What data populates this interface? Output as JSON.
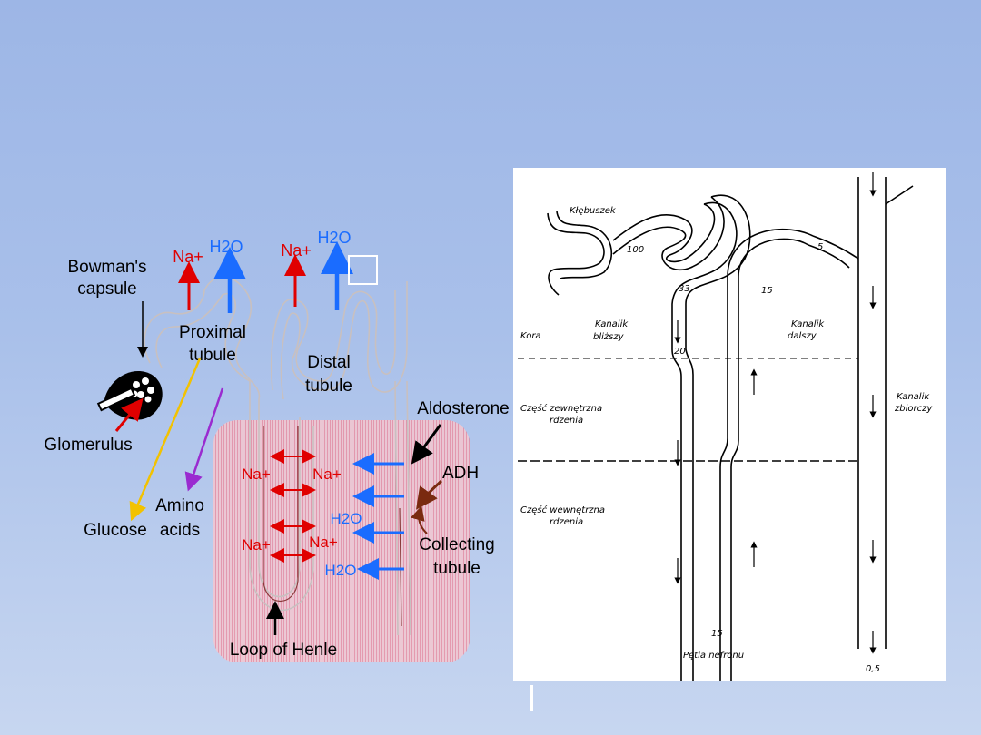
{
  "left": {
    "bowmans_line1": "Bowman's",
    "bowmans_line2": "capsule",
    "glomerulus": "Glomerulus",
    "proximal_line1": "Proximal",
    "proximal_line2": "tubule",
    "distal_line1": "Distal",
    "distal_line2": "tubule",
    "aldosterone": "Aldosterone",
    "adh": "ADH",
    "collecting_line1": "Collecting",
    "collecting_line2": "tubule",
    "glucose": "Glucose",
    "amino_line1": "Amino",
    "amino_line2": "acids",
    "loop": "Loop of Henle",
    "na_plus": "Na+",
    "h2o": "H2O",
    "colors": {
      "sodium": "#e00000",
      "water": "#1a6cff",
      "glucose": "#f2c200",
      "amino": "#9a2bd0",
      "medulla": "#e9a3b3"
    }
  },
  "right": {
    "klebuszek": "Kłębuszek",
    "kora": "Kora",
    "kanalik_blizszy_1": "Kanalik",
    "kanalik_blizszy_2": "bliższy",
    "kanalik_dalszy_1": "Kanalik",
    "kanalik_dalszy_2": "dalszy",
    "czesc_zew_1": "Część zewnętrzna",
    "czesc_zew_2": "rdzenia",
    "czesc_wew_1": "Część wewnętrzna",
    "czesc_wew_2": "rdzenia",
    "kanalik_zbiorczy_1": "Kanalik",
    "kanalik_zbiorczy_2": "zbiorczy",
    "petla": "Pętla nefronu",
    "n100": "100",
    "n5": "5",
    "n33": "33",
    "n15a": "15",
    "n20": "20",
    "n15b": "15",
    "n05": "0,5"
  }
}
